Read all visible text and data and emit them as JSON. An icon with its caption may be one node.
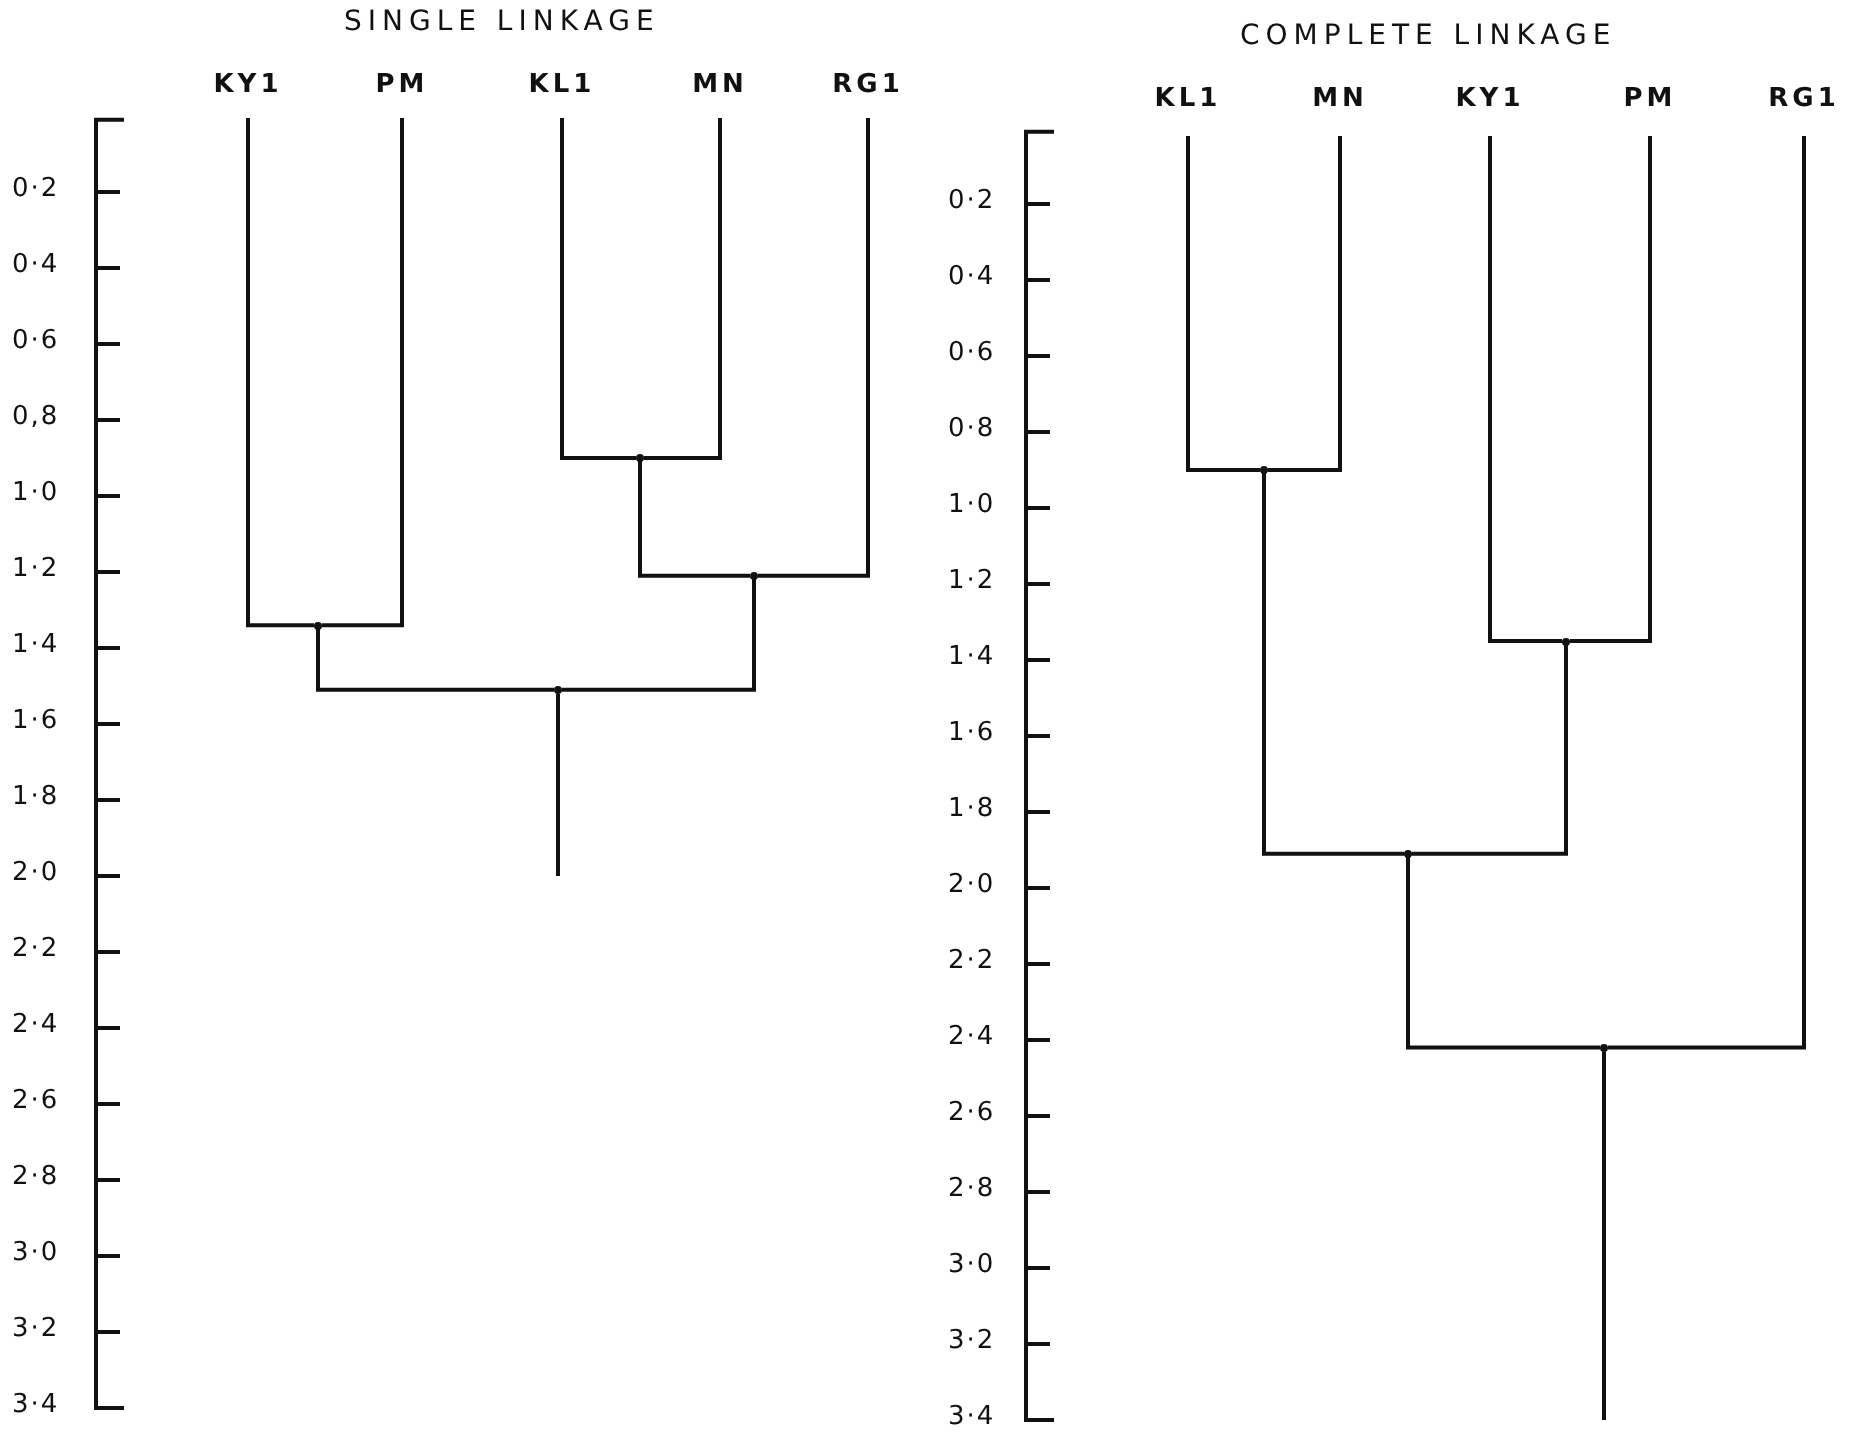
{
  "diagram": {
    "nodes": [
      {
        "text": [
          "KY1"
        ]
      },
      {
        "text": [
          "PM"
        ]
      },
      {
        "text": [
          "KL1"
        ]
      },
      {
        "text": [
          "MN"
        ]
      },
      {
        "text": [
          "RG1"
        ]
      },
      {
        "text": [],
        "shape": "point"
      },
      {
        "text": [],
        "shape": "point"
      },
      {
        "text": [],
        "shape": "point"
      },
      {
        "text": [],
        "shape": "point"
      },
      {
        "text": [
          "KL1"
        ]
      },
      {
        "text": [
          "MN"
        ]
      },
      {
        "text": [
          "KY1"
        ]
      },
      {
        "text": [
          "PM"
        ]
      },
      {
        "text": [
          "RG1"
        ]
      },
      {
        "text": [],
        "shape": "point"
      },
      {
        "text": [],
        "shape": "point"
      },
      {
        "text": [],
        "shape": "point"
      },
      {
        "text": [],
        "shape": "point"
      }
    ],
    "edges": [
      {
        "from": 0,
        "to": 5,
        "arrow": "none"
      },
      {
        "from": 1,
        "to": 5,
        "arrow": "none"
      },
      {
        "from": 2,
        "to": 6,
        "arrow": "none"
      },
      {
        "from": 3,
        "to": 6,
        "arrow": "none"
      },
      {
        "from": 6,
        "to": 7,
        "arrow": "none"
      },
      {
        "from": 4,
        "to": 7,
        "arrow": "none"
      },
      {
        "from": 5,
        "to": 8,
        "arrow": "none"
      },
      {
        "from": 7,
        "to": 8,
        "arrow": "none"
      },
      {
        "from": 8,
        "to": null,
        "arrow": "none"
      },
      {
        "from": 9,
        "to": 14,
        "arrow": "none"
      },
      {
        "from": 10,
        "to": 14,
        "arrow": "none"
      },
      {
        "from": 11,
        "to": 15,
        "arrow": "none"
      },
      {
        "from": 12,
        "to": 15,
        "arrow": "none"
      },
      {
        "from": 14,
        "to": 16,
        "arrow": "none"
      },
      {
        "from": 15,
        "to": 16,
        "arrow": "none"
      },
      {
        "from": 16,
        "to": 17,
        "arrow": "none"
      },
      {
        "from": 13,
        "to": 17,
        "arrow": "none"
      },
      {
        "from": 17,
        "to": null,
        "arrow": "none"
      }
    ],
    "labels": [
      "SINGLE LINKAGE",
      "0·2",
      "0·4",
      "0·6",
      "0,8",
      "1·0",
      "1·2",
      "1·4",
      "1·6",
      "1·8",
      "2·0",
      "2·2",
      "2·4",
      "2·6",
      "2·8",
      "3·0",
      "3·2",
      "3·4",
      "COMPLETE LINKAGE",
      "0·2",
      "0·4",
      "0·6",
      "0·8",
      "1·0",
      "1·2",
      "1·4",
      "1·6",
      "1·8",
      "2·0",
      "2·2",
      "2·4",
      "2·6",
      "2·8",
      "3·0",
      "3·2",
      "3·4"
    ]
  }
}
